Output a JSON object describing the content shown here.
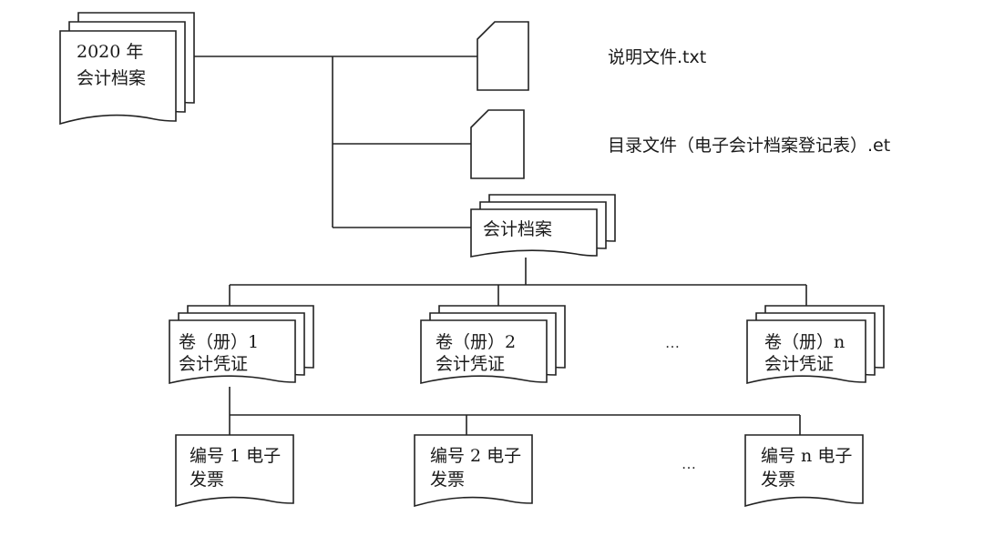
{
  "root": {
    "line1": "2020 年",
    "line2": "会计档案"
  },
  "files": {
    "readme": "说明文件.txt",
    "catalog": "目录文件（电子会计档案登记表）.et"
  },
  "archive": {
    "label": "会计档案"
  },
  "volumes": [
    {
      "line1": "卷（册）1",
      "line2": "会计凭证"
    },
    {
      "line1": "卷（册）2",
      "line2": "会计凭证"
    },
    {
      "line1": "卷（册）n",
      "line2": "会计凭证"
    }
  ],
  "invoices": [
    {
      "line1": "编号 1 电子",
      "line2": "发票"
    },
    {
      "line1": "编号 2 电子",
      "line2": "发票"
    },
    {
      "line1": "编号 n 电子",
      "line2": "发票"
    }
  ],
  "ellipsis": "…"
}
